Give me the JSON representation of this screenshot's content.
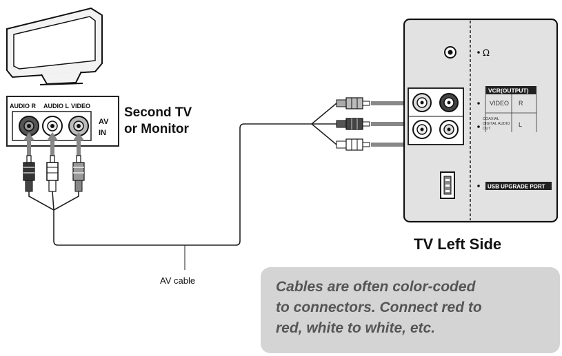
{
  "second_tv": {
    "port_labels": [
      "AUDIO R",
      "AUDIO L",
      "VIDEO"
    ],
    "av_in": [
      "AV",
      "IN"
    ],
    "title": [
      "Second TV",
      "or Monitor"
    ]
  },
  "tv_panel": {
    "headphone": "Ω",
    "vcr_output_tag": "VCR(OUTPUT)",
    "video_label": "VIDEO",
    "r_label": "R",
    "l_label": "L",
    "coaxial_label": [
      "COAXIAL",
      "DIGITAL AUDIO",
      "OUT"
    ],
    "usb_tag": "USB UPGRADE PORT",
    "caption": "TV Left Side"
  },
  "cable_label": "AV cable",
  "note": "Cables are  often color-coded\nto connectors. Connect red to\nred, white to white, etc.",
  "colors": {
    "note_background": "#d4d4d4",
    "note_text": "#555555",
    "panel_fill": "#e2e2e2"
  }
}
